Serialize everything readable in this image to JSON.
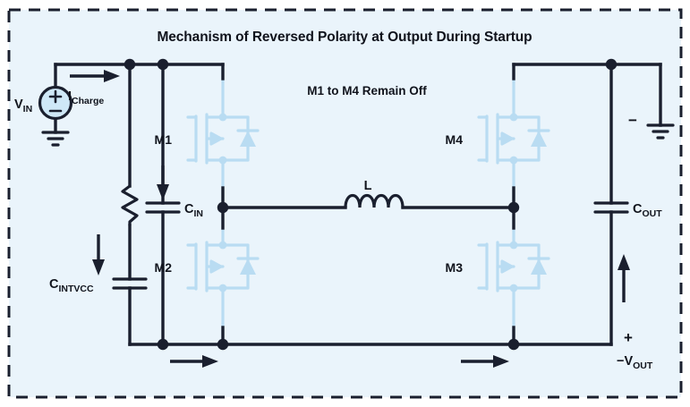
{
  "figure": {
    "title": "Mechanism of Reversed Polarity at Output During Startup",
    "subtitle": "M1 to M4 Remain Off",
    "background_color": "#eaf4fb",
    "border_color": "#1a1f2e",
    "wire_color": "#1a1f2e",
    "mosfet_color": "#b9dcf2",
    "source_fill": "#cfe8f7"
  },
  "components": {
    "source": {
      "label": "V",
      "label_sub": "IN",
      "plus": "+",
      "minus": "−",
      "ground": "ground-symbol"
    },
    "current_charge": {
      "label": "I",
      "label_sub": "Charge"
    },
    "resistor": {
      "name": "resistor-symbol"
    },
    "cap_intvcc": {
      "label": "C",
      "label_sub": "INTVCC"
    },
    "cap_in": {
      "label": "C",
      "label_sub": "IN"
    },
    "cap_out": {
      "label": "C",
      "label_sub": "OUT"
    },
    "inductor": {
      "label": "L"
    },
    "mosfets": [
      {
        "name": "M1",
        "position": "top-left"
      },
      {
        "name": "M2",
        "position": "bottom-left"
      },
      {
        "name": "M3",
        "position": "bottom-right"
      },
      {
        "name": "M4",
        "position": "top-right"
      }
    ],
    "output": {
      "plus": "+",
      "label": "−V",
      "label_sub": "OUT",
      "minus": "−",
      "ground": "ground-symbol"
    }
  }
}
